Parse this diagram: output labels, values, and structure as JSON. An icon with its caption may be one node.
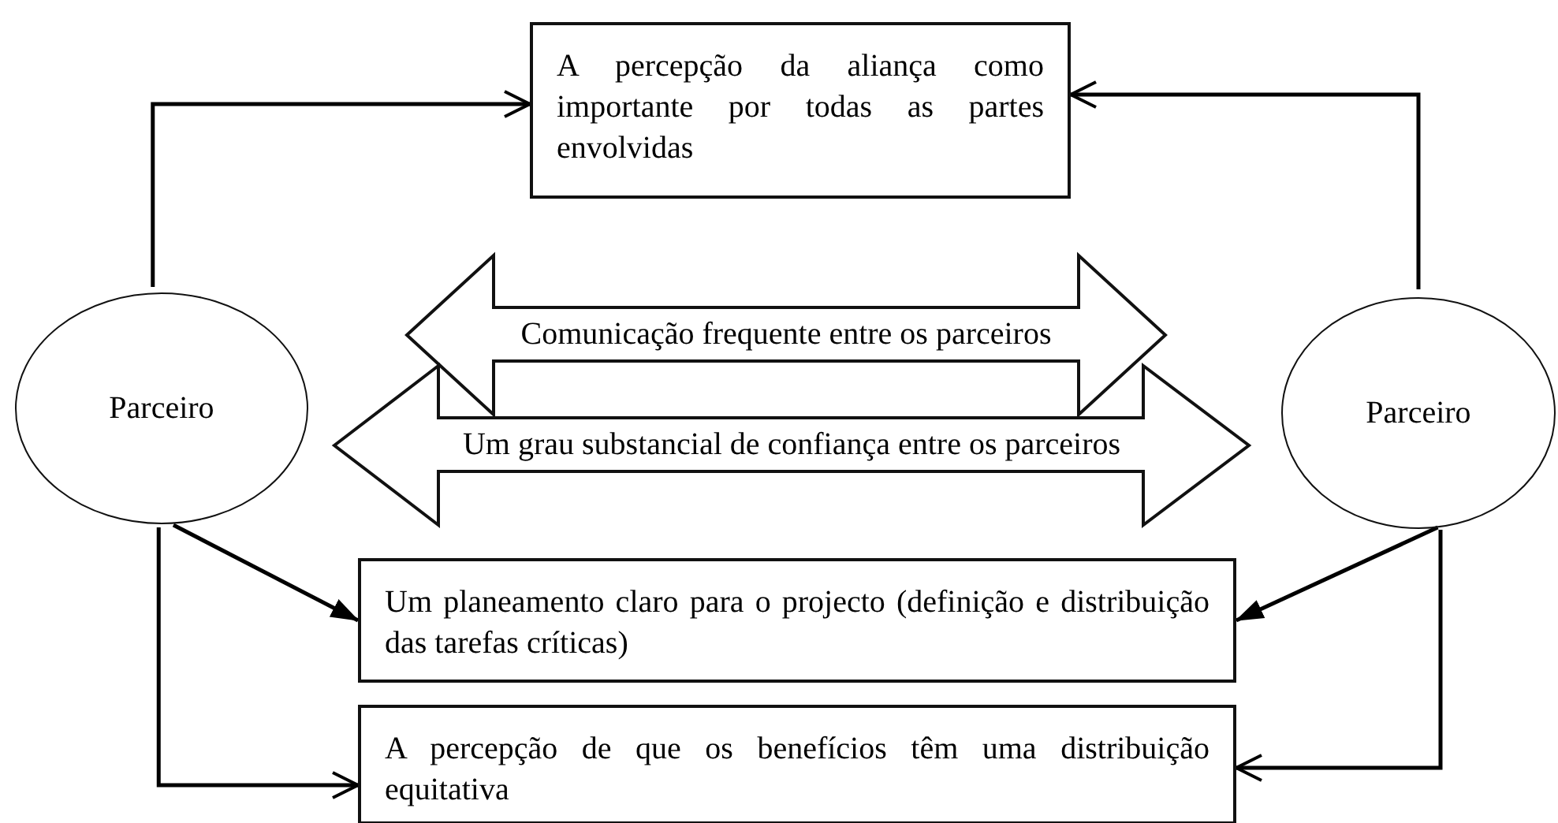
{
  "diagram": {
    "nodes": [
      {
        "text": [
          "A percepção da aliança como importante por todas as partes envolvidas"
        ]
      },
      {
        "text": [
          "Parceiro"
        ]
      },
      {
        "text": [
          "Comunicação frequente entre os parceiros"
        ]
      },
      {
        "text": [
          "Um grau substancial de confiança entre os parceiros"
        ]
      },
      {
        "text": [
          "Parceiro"
        ]
      },
      {
        "text": [
          "Um planeamento claro para o projecto (definição e distribuição das tarefas críticas)"
        ]
      },
      {
        "text": [
          "A percepção de que os benefícios têm uma distribuição equitativa"
        ]
      }
    ],
    "edges": [
      {
        "from": 1,
        "to": 0,
        "arrow": "to"
      },
      {
        "from": 4,
        "to": 0,
        "arrow": "to"
      },
      {
        "from": 1,
        "to": 5,
        "arrow": "to"
      },
      {
        "from": 4,
        "to": 5,
        "arrow": "to"
      },
      {
        "from": 1,
        "to": 6,
        "arrow": "to"
      },
      {
        "from": 4,
        "to": 6,
        "arrow": "to"
      }
    ]
  }
}
